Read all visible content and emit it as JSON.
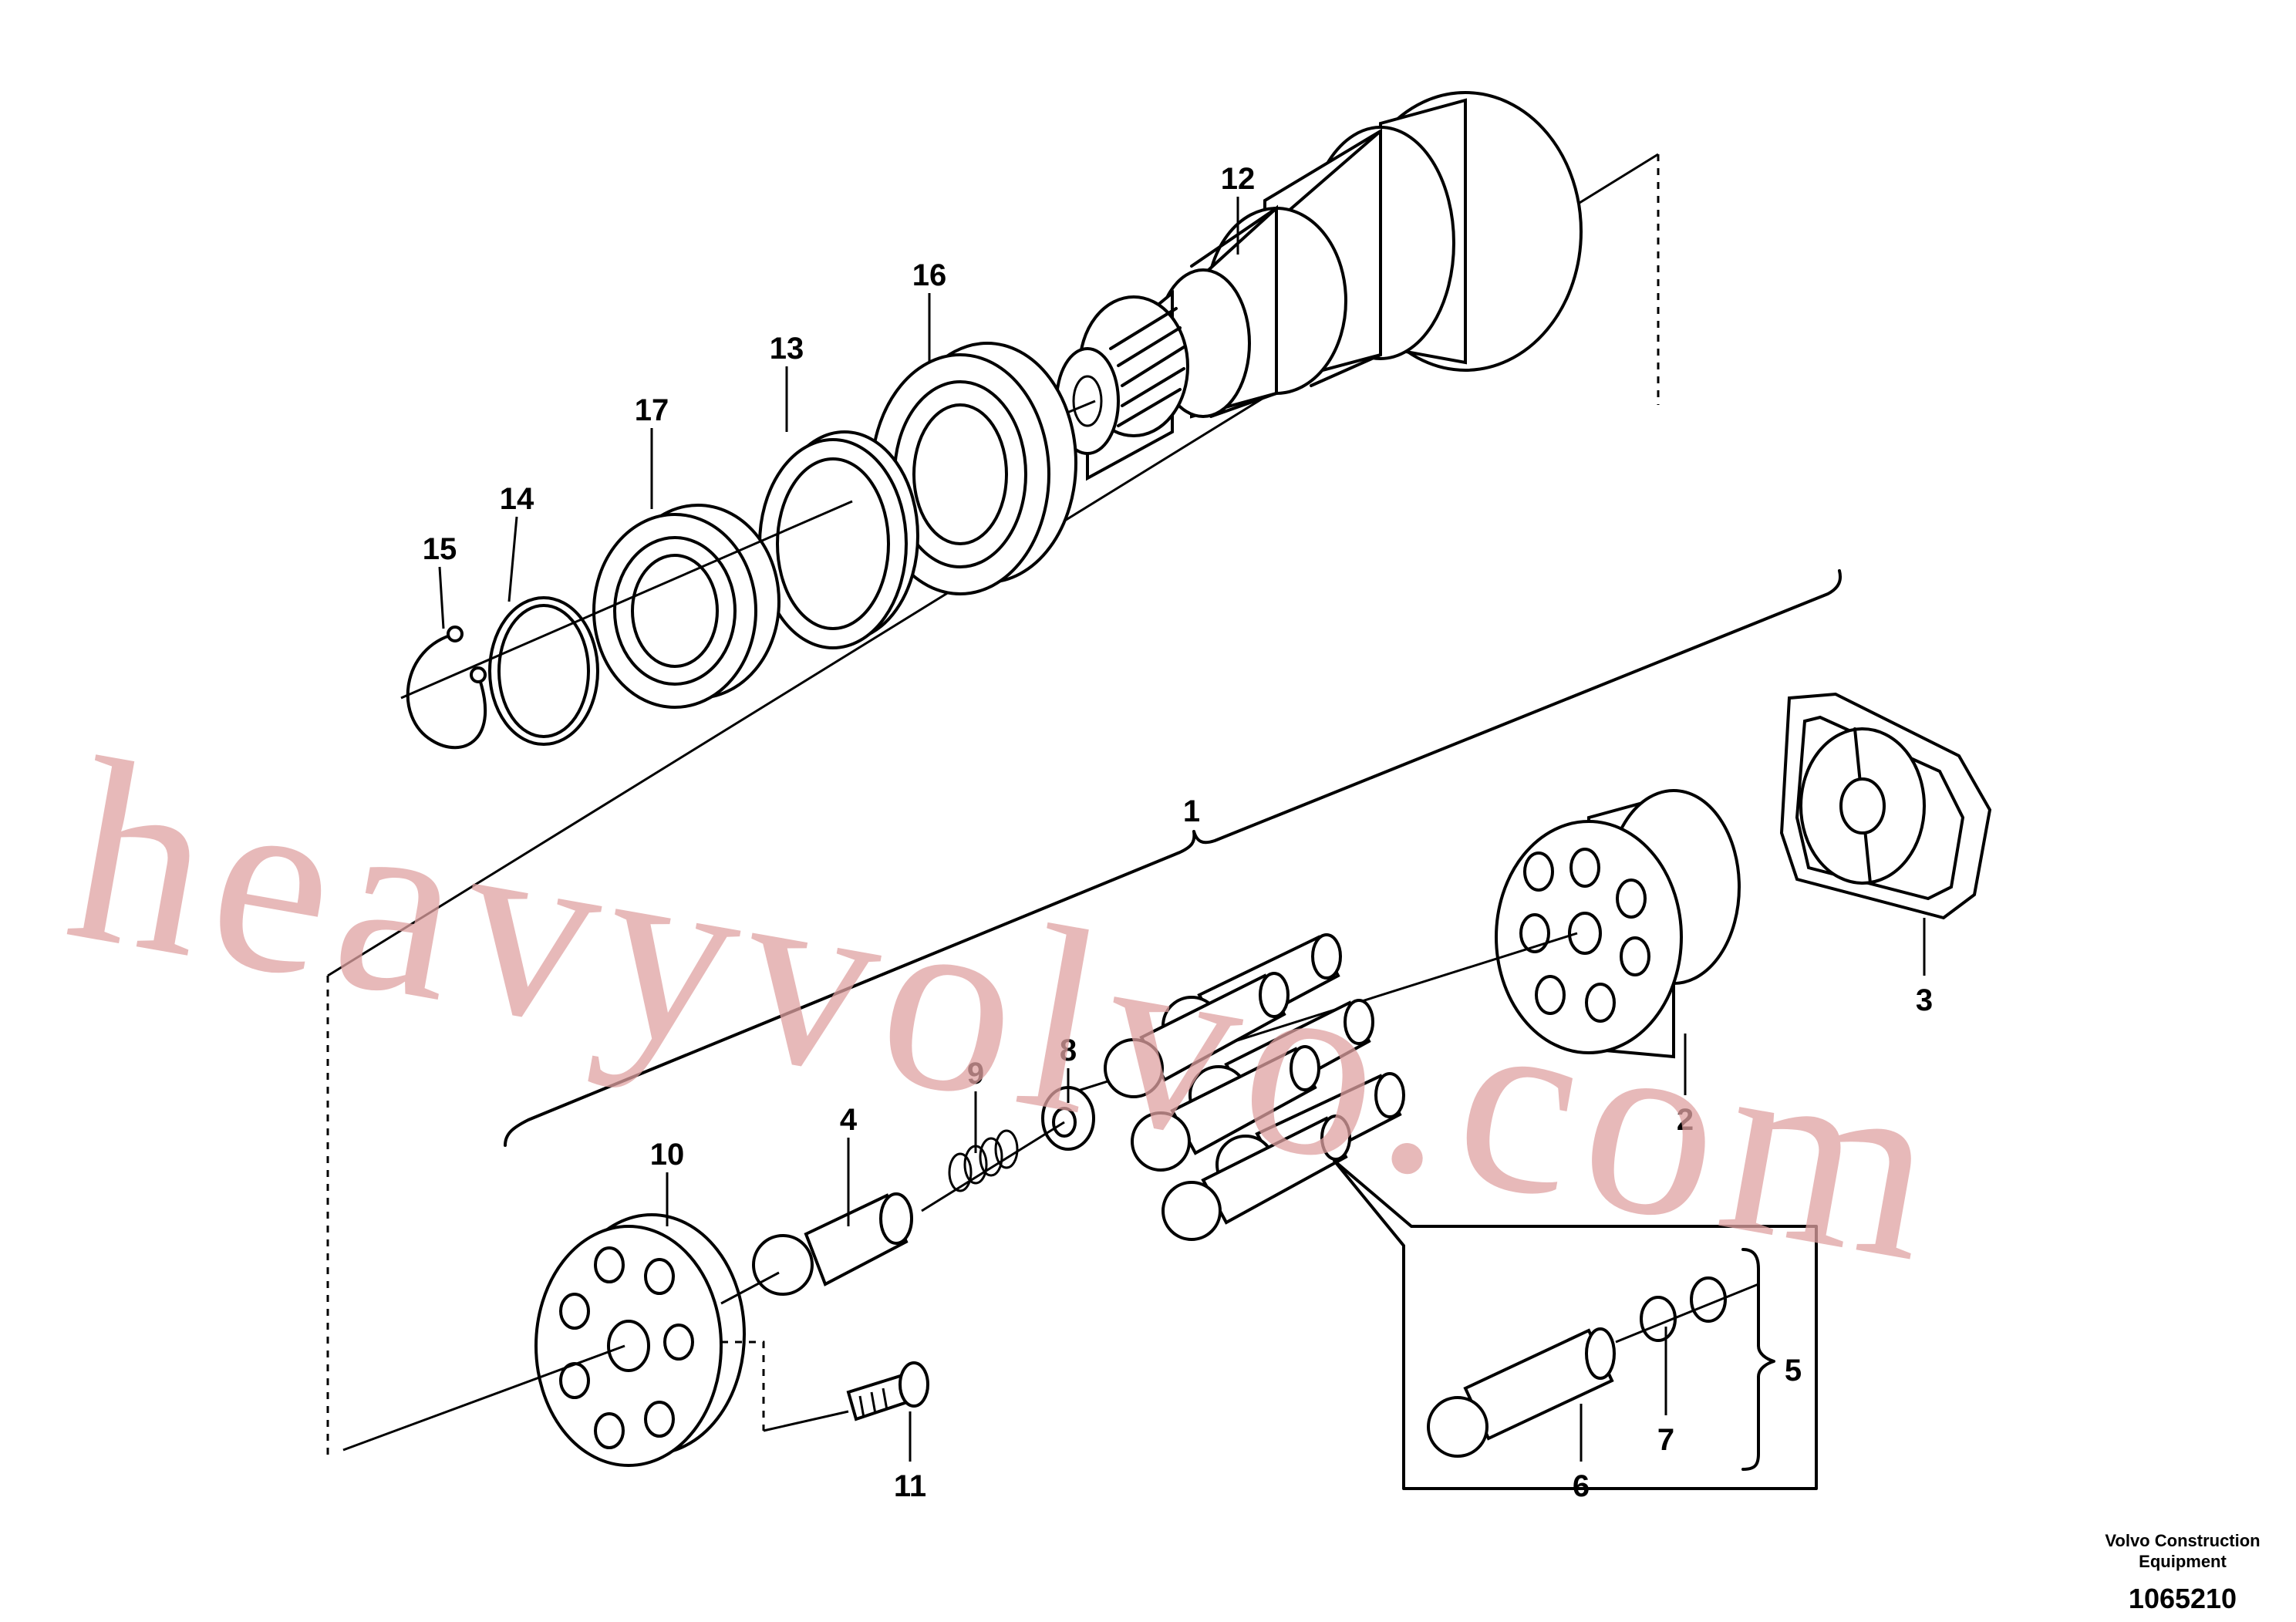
{
  "callouts": [
    "1",
    "2",
    "3",
    "4",
    "5",
    "6",
    "7",
    "8",
    "9",
    "10",
    "11",
    "12",
    "13",
    "14",
    "15",
    "16",
    "17"
  ],
  "footer": {
    "company_line1": "Volvo Construction",
    "company_line2": "Equipment",
    "drawing_number": "1065210"
  },
  "watermark": "heavyvolvo.com",
  "colors": {
    "line": "#000000",
    "watermark": "#e0a2a2"
  }
}
